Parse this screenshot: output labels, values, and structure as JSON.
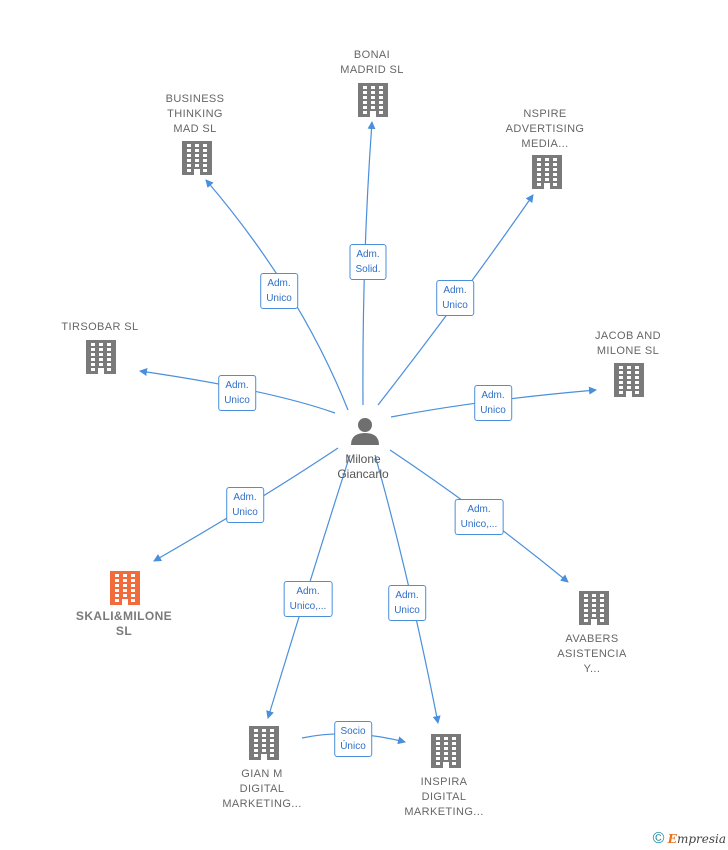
{
  "center": {
    "name": "Milone\nGiancarlo"
  },
  "companies": [
    {
      "id": "bonai",
      "name": "BONAI\nMADRID  SL",
      "highlight": false
    },
    {
      "id": "business",
      "name": "BUSINESS\nTHINKING\nMAD  SL",
      "highlight": false
    },
    {
      "id": "nspire",
      "name": "NSPIRE\nADVERTISING\nMEDIA...",
      "highlight": false
    },
    {
      "id": "tirsobar",
      "name": "TIRSOBAR  SL",
      "highlight": false
    },
    {
      "id": "jacob",
      "name": "JACOB AND\nMILONE  SL",
      "highlight": false
    },
    {
      "id": "skali",
      "name": "SKALI&MILONE\nSL",
      "highlight": true
    },
    {
      "id": "avabers",
      "name": "AVABERS\nASISTENCIA\nY...",
      "highlight": false
    },
    {
      "id": "gianm",
      "name": "GIAN M\nDIGITAL\nMARKETING...",
      "highlight": false
    },
    {
      "id": "inspira",
      "name": "INSPIRA\nDIGITAL\nMARKETING...",
      "highlight": false
    }
  ],
  "edges": [
    {
      "from": "center",
      "to": "bonai",
      "label": "Adm.\nSolid."
    },
    {
      "from": "center",
      "to": "business",
      "label": "Adm.\nUnico"
    },
    {
      "from": "center",
      "to": "nspire",
      "label": "Adm.\nUnico"
    },
    {
      "from": "center",
      "to": "tirsobar",
      "label": "Adm.\nUnico"
    },
    {
      "from": "center",
      "to": "jacob",
      "label": "Adm.\nUnico"
    },
    {
      "from": "center",
      "to": "skali",
      "label": "Adm.\nUnico"
    },
    {
      "from": "center",
      "to": "avabers",
      "label": "Adm.\nUnico,..."
    },
    {
      "from": "center",
      "to": "gianm",
      "label": "Adm.\nUnico,..."
    },
    {
      "from": "center",
      "to": "inspira",
      "label": "Adm.\nUnico"
    },
    {
      "from": "gianm",
      "to": "inspira",
      "label": "Socio\nÚnico"
    }
  ],
  "colors": {
    "edge": "#4a8fdc",
    "building": "#7a7a7a",
    "highlight": "#f26b3a",
    "person": "#6f6f6f"
  },
  "brand": {
    "copyright": "©",
    "e": "E",
    "rest": "mpresia"
  }
}
